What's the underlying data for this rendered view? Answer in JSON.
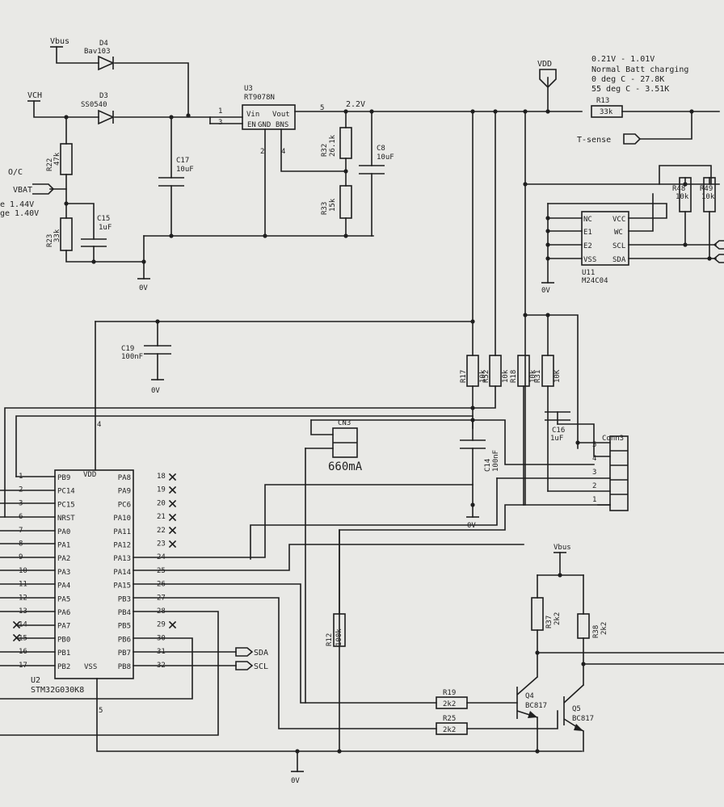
{
  "notes": {
    "line1": "0.21V - 1.01V",
    "line2": "Normal Batt charging",
    "line3": "0 deg C - 27.8K",
    "line4": "55 deg C - 3.51K"
  },
  "left_notes": {
    "oc": "O/C",
    "v1": "e 1.44V",
    "v2": "ge 1.40V"
  },
  "nets": {
    "vbus": "Vbus",
    "vch": "VCH",
    "vbat": "VBAT",
    "vdd": "VDD",
    "v22": "2.2V",
    "gnd": "0V",
    "tsense": "T-sense",
    "sda": "SDA",
    "scl": "SCL",
    "current": "660mA"
  },
  "parts": {
    "d4": {
      "ref": "D4",
      "val": "Bav103"
    },
    "d3": {
      "ref": "D3",
      "val": "SS0540"
    },
    "u3": {
      "ref": "U3",
      "val": "RT9078N",
      "vin": "Vin",
      "vout": "Vout",
      "en": "EN",
      "gnd": "GND",
      "bp": "BNS"
    },
    "r22": {
      "ref": "R22",
      "val": "47k"
    },
    "r23": {
      "ref": "R23",
      "val": "33k"
    },
    "c15": {
      "ref": "C15",
      "val": "1uF"
    },
    "c17": {
      "ref": "C17",
      "val": "10uF"
    },
    "r32": {
      "ref": "R32",
      "val": "26.1k"
    },
    "r33": {
      "ref": "R33",
      "val": "15k"
    },
    "c8": {
      "ref": "C8",
      "val": "10uF"
    },
    "r13": {
      "ref": "R13",
      "val": "33k"
    },
    "r48": {
      "ref": "R48",
      "val": "10k"
    },
    "r49": {
      "ref": "R49",
      "val": "10k"
    },
    "u11": {
      "ref": "U11",
      "val": "M24C04",
      "pins_l": [
        "NC",
        "E1",
        "E2",
        "VSS"
      ],
      "pins_r": [
        "VCC",
        "WC",
        "SCL",
        "SDA"
      ]
    },
    "c19": {
      "ref": "C19",
      "val": "100nF"
    },
    "r17": {
      "ref": "R17",
      "val": "10k"
    },
    "r52": {
      "ref": "R52",
      "val": "10k"
    },
    "r18": {
      "ref": "R18",
      "val": "10k"
    },
    "r31": {
      "ref": "R31",
      "val": "10K"
    },
    "c14": {
      "ref": "C14",
      "val": "100nF"
    },
    "c16": {
      "ref": "C16",
      "val": "1uF"
    },
    "cn3": {
      "ref": "CN3"
    },
    "conn3": {
      "ref": "Conn3",
      "pins": [
        "5",
        "4",
        "3",
        "2",
        "1"
      ]
    },
    "r12": {
      "ref": "R12",
      "val": "100k"
    },
    "r37": {
      "ref": "R37",
      "val": "2k2"
    },
    "r38": {
      "ref": "R38",
      "val": "2k2"
    },
    "r19": {
      "ref": "R19",
      "val": "2k2"
    },
    "r25": {
      "ref": "R25",
      "val": "2k2"
    },
    "q4": {
      "ref": "Q4",
      "val": "BC817"
    },
    "q5": {
      "ref": "Q5",
      "val": "BC817"
    },
    "u2": {
      "ref": "U2",
      "val": "STM32G030K8",
      "vdd": "VDD",
      "vss": "VSS",
      "vdd_pin": "4",
      "vss_pin": "5"
    }
  },
  "u2_left": [
    {
      "num": "1",
      "name": "PB9"
    },
    {
      "num": "2",
      "name": "PC14"
    },
    {
      "num": "3",
      "name": "PC15"
    },
    {
      "num": "6",
      "name": "NRST"
    },
    {
      "num": "7",
      "name": "PA0"
    },
    {
      "num": "8",
      "name": "PA1"
    },
    {
      "num": "9",
      "name": "PA2"
    },
    {
      "num": "10",
      "name": "PA3"
    },
    {
      "num": "11",
      "name": "PA4"
    },
    {
      "num": "12",
      "name": "PA5"
    },
    {
      "num": "13",
      "name": "PA6"
    },
    {
      "num": "14",
      "name": "PA7"
    },
    {
      "num": "15",
      "name": "PB0"
    },
    {
      "num": "16",
      "name": "PB1"
    },
    {
      "num": "17",
      "name": "PB2"
    }
  ],
  "u2_right": [
    {
      "num": "18",
      "name": "PA8"
    },
    {
      "num": "19",
      "name": "PA9"
    },
    {
      "num": "20",
      "name": "PC6"
    },
    {
      "num": "21",
      "name": "PA10"
    },
    {
      "num": "22",
      "name": "PA11"
    },
    {
      "num": "23",
      "name": "PA12"
    },
    {
      "num": "24",
      "name": "PA13"
    },
    {
      "num": "25",
      "name": "PA14"
    },
    {
      "num": "26",
      "name": "PA15"
    },
    {
      "num": "27",
      "name": "PB3"
    },
    {
      "num": "28",
      "name": "PB4"
    },
    {
      "num": "29",
      "name": "PB5"
    },
    {
      "num": "30",
      "name": "PB6"
    },
    {
      "num": "31",
      "name": "PB7"
    },
    {
      "num": "32",
      "name": "PB8"
    }
  ],
  "u3_pins": {
    "p1": "1",
    "p3": "3",
    "p2": "2",
    "p4": "4",
    "p5": "5"
  }
}
